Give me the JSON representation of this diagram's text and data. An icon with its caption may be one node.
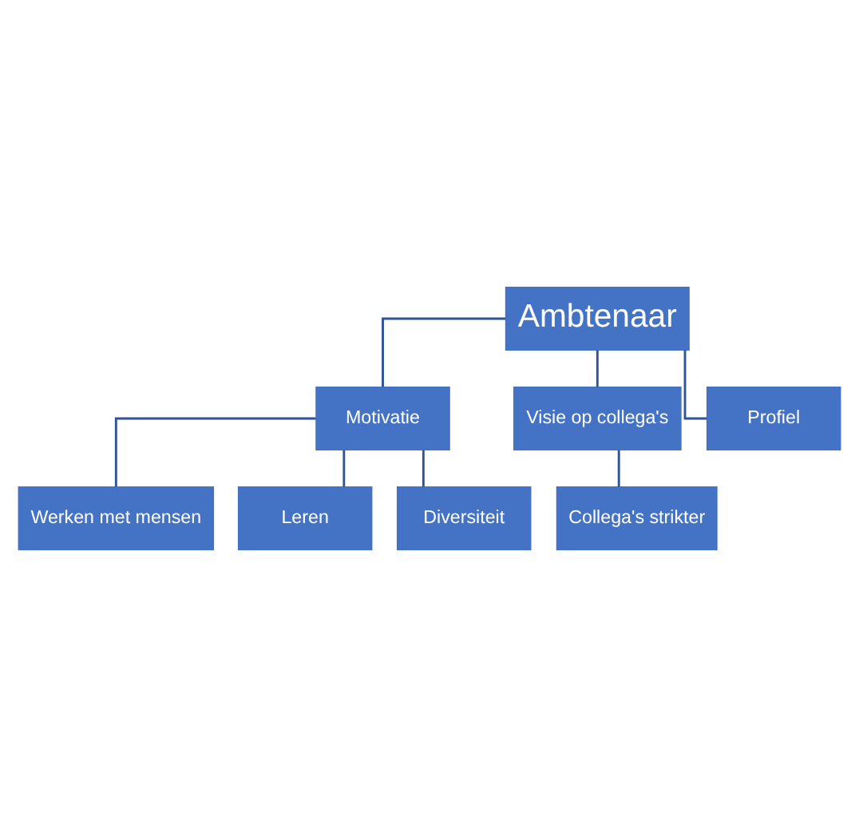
{
  "diagram": {
    "nodes": [
      {
        "text": [
          "Ambtenaar"
        ]
      },
      {
        "text": [
          "Motivatie"
        ]
      },
      {
        "text": [
          "Visie op collega's"
        ]
      },
      {
        "text": [
          "Profiel"
        ]
      },
      {
        "text": [
          "Werken met mensen"
        ]
      },
      {
        "text": [
          "Collega's strikter"
        ]
      },
      {
        "text": [
          "Leren"
        ]
      },
      {
        "text": [
          "Diversiteit"
        ]
      }
    ],
    "edges": [
      {
        "from": 0,
        "to": 1,
        "arrow": "none"
      },
      {
        "from": 0,
        "to": 2,
        "arrow": "none"
      },
      {
        "from": 0,
        "to": 3,
        "arrow": "none"
      },
      {
        "from": 1,
        "to": 4,
        "arrow": "none"
      },
      {
        "from": 1,
        "to": 6,
        "arrow": "none"
      },
      {
        "from": 1,
        "to": 7,
        "arrow": "none"
      },
      {
        "from": 2,
        "to": 5,
        "arrow": "none"
      }
    ]
  }
}
